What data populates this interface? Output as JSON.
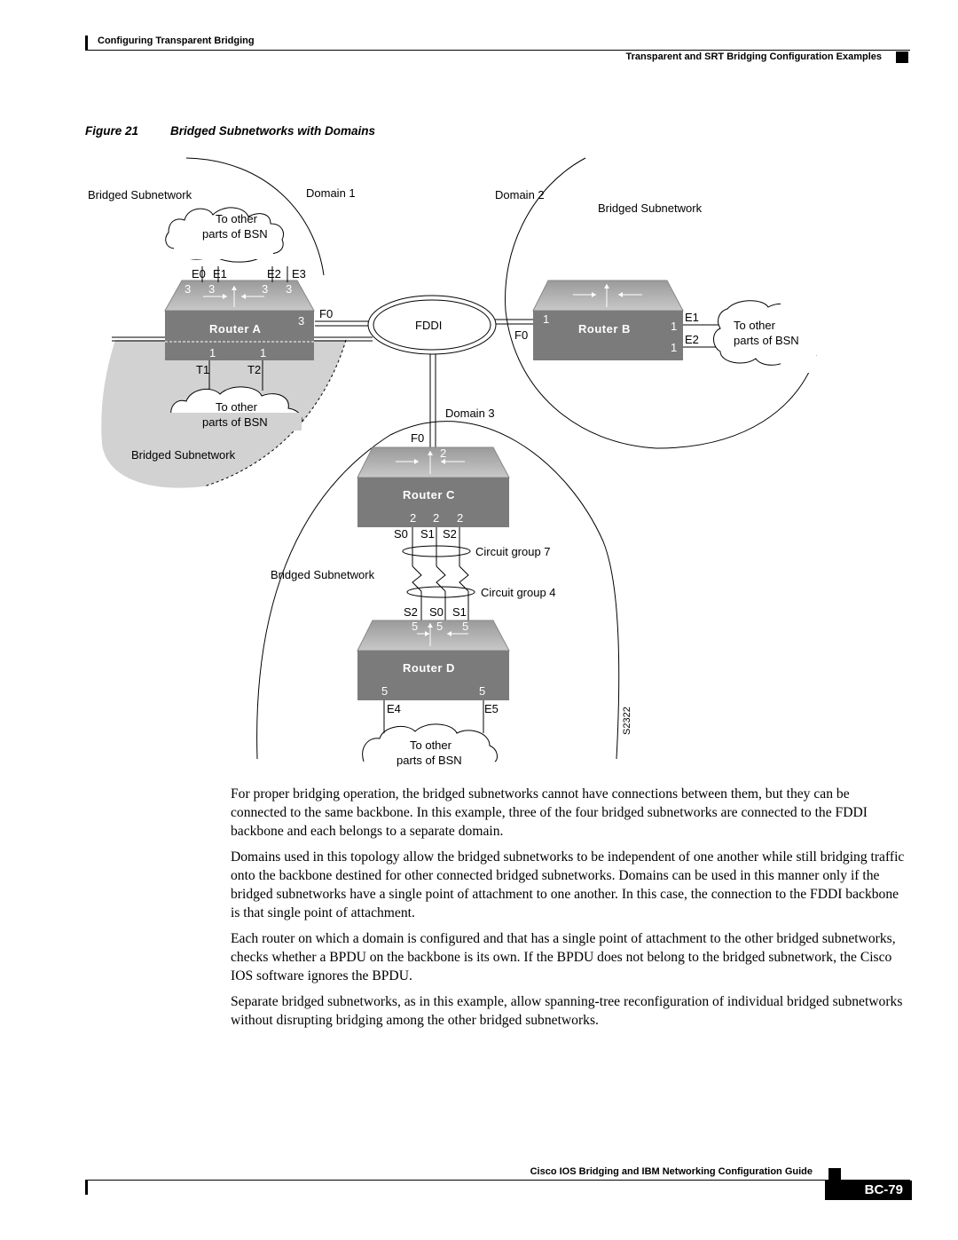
{
  "header": {
    "chapter": "Configuring Transparent Bridging",
    "section": "Transparent and SRT Bridging Configuration Examples"
  },
  "figure": {
    "number": "Figure 21",
    "title": "Bridged Subnetworks with Domains",
    "labels": {
      "bsn_a": "Bridged Subnetwork",
      "domain1": "Domain 1",
      "domain2": "Domain 2",
      "bsn_b": "Bridged Subnetwork",
      "bsn_lower": "Bridged Subnetwork",
      "bsn_c": "Bridged Subnetwork",
      "domain3": "Domain 3",
      "fddi": "FDDI",
      "circuit7": "Circuit group 7",
      "circuit4": "Circuit group 4",
      "to_other": "To other",
      "parts_of_bsn": "parts of BSN",
      "fig_id": "S2322"
    },
    "routers": {
      "a": {
        "name": "Router A",
        "ports_top": [
          "E0",
          "E1",
          "E2",
          "E3"
        ],
        "ports_bottom": [
          "T1",
          "T2"
        ],
        "fddi_port": "F0",
        "numbers_top": [
          "3",
          "3",
          "3",
          "3"
        ],
        "number_side": "3",
        "numbers_bottom": [
          "1",
          "1"
        ]
      },
      "b": {
        "name": "Router B",
        "fddi_port": "F0",
        "ports_right": [
          "E1",
          "E2"
        ],
        "number_left": "1",
        "numbers_right": [
          "1",
          "1"
        ]
      },
      "c": {
        "name": "Router C",
        "fddi_port": "F0",
        "number_top": "2",
        "numbers_bottom": [
          "2",
          "2",
          "2"
        ],
        "ports_bottom": [
          "S0",
          "S1",
          "S2"
        ]
      },
      "d": {
        "name": "Router D",
        "ports_top": [
          "S2",
          "S0",
          "S1"
        ],
        "numbers_top": [
          "5",
          "5",
          "5"
        ],
        "numbers_bottom": [
          "5",
          "5"
        ],
        "ports_bottom": [
          "E4",
          "E5"
        ]
      }
    }
  },
  "body": {
    "paragraphs": [
      "For proper bridging operation, the bridged subnetworks cannot have connections between them, but they can be connected to the same backbone. In this example, three of the four bridged subnetworks are connected to the FDDI backbone and each belongs to a separate domain.",
      "Domains used in this topology allow the bridged subnetworks to be independent of one another while still bridging traffic onto the backbone destined for other connected bridged subnetworks. Domains can be used in this manner only if the bridged subnetworks have a single point of attachment to one another. In this case, the connection to the FDDI backbone is that single point of attachment.",
      "Each router on which a domain is configured and that has a single point of attachment to the other bridged subnetworks, checks whether a BPDU on the backbone is its own. If the BPDU does not belong to the bridged subnetwork, the Cisco IOS software ignores the BPDU.",
      "Separate bridged subnetworks, as in this example, allow spanning-tree reconfiguration of individual bridged subnetworks without disrupting bridging among the other bridged subnetworks."
    ]
  },
  "footer": {
    "title": "Cisco IOS Bridging and IBM Networking Configuration Guide",
    "page": "BC-79"
  }
}
